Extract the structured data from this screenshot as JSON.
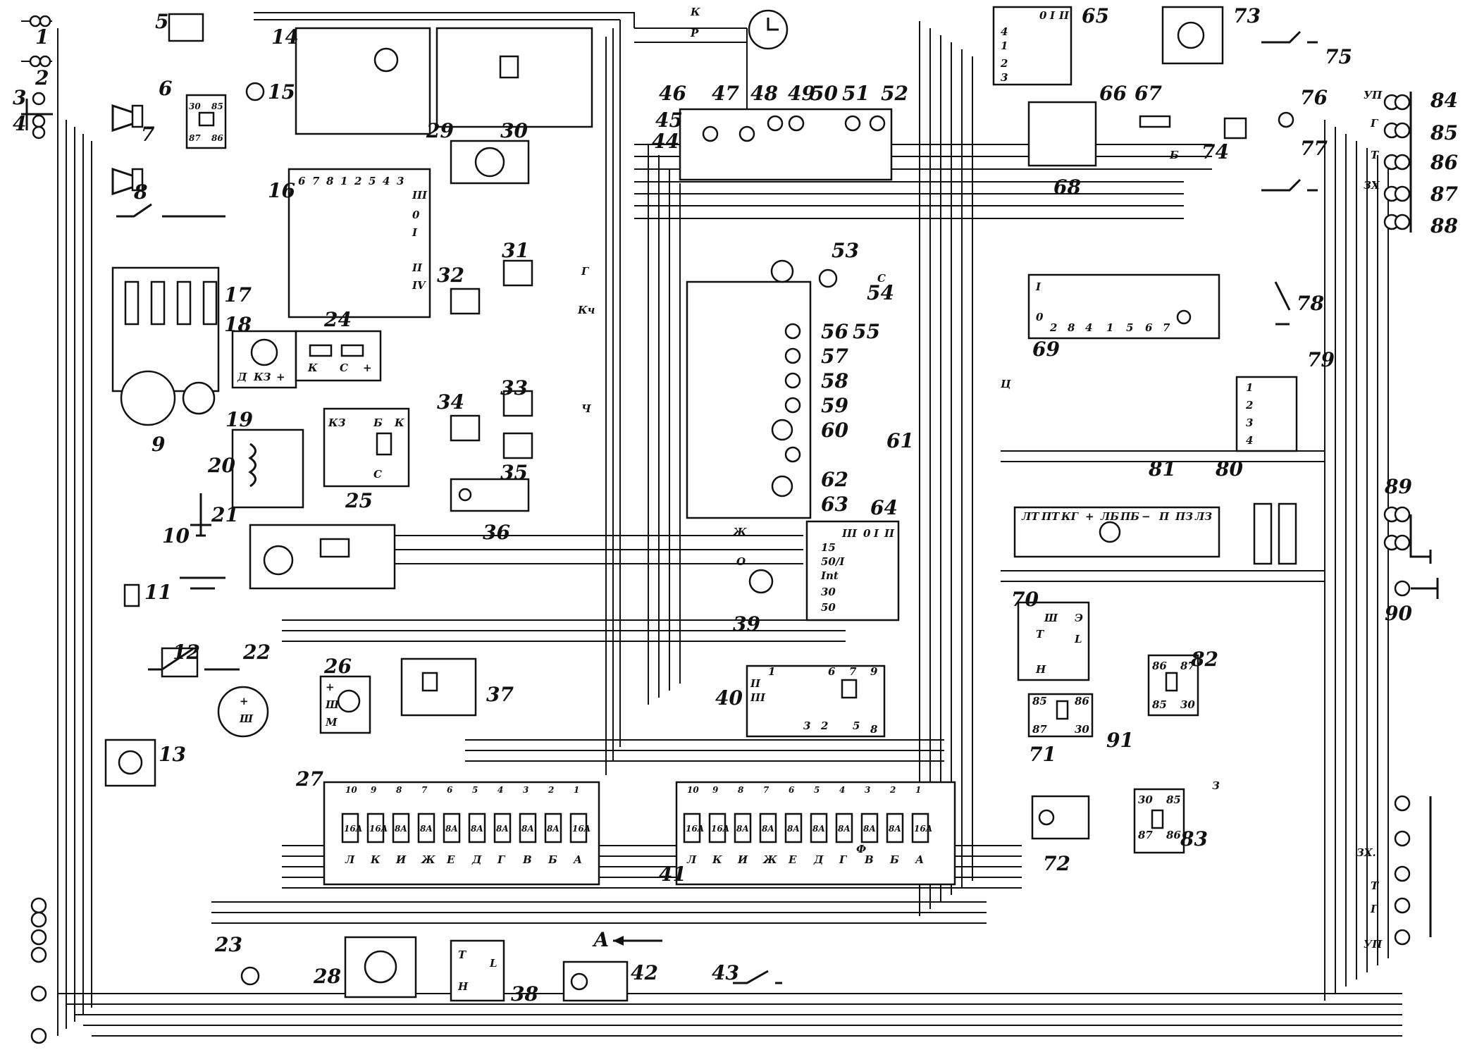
{
  "diagram": {
    "type": "automotive-wiring-schematic",
    "component_numbers": [
      "1",
      "2",
      "3",
      "4",
      "5",
      "6",
      "7",
      "8",
      "9",
      "10",
      "11",
      "12",
      "13",
      "14",
      "15",
      "16",
      "17",
      "18",
      "19",
      "20",
      "21",
      "22",
      "23",
      "24",
      "25",
      "26",
      "27",
      "28",
      "29",
      "30",
      "31",
      "32",
      "33",
      "34",
      "35",
      "36",
      "37",
      "38",
      "39",
      "40",
      "41",
      "42",
      "43",
      "44",
      "45",
      "46",
      "47",
      "48",
      "49",
      "50",
      "51",
      "52",
      "53",
      "54",
      "55",
      "56",
      "57",
      "58",
      "59",
      "60",
      "61",
      "62",
      "63",
      "64",
      "65",
      "66",
      "67",
      "68",
      "69",
      "70",
      "71",
      "72",
      "73",
      "74",
      "75",
      "76",
      "77",
      "78",
      "79",
      "80",
      "81",
      "82",
      "83",
      "84",
      "85",
      "86",
      "87",
      "88",
      "89",
      "90",
      "91"
    ],
    "arrow_label": "А",
    "fuse_block_1": {
      "numbers": [
        "10",
        "9",
        "8",
        "7",
        "6",
        "5",
        "4",
        "3",
        "2",
        "1"
      ],
      "ratings": [
        "16A",
        "16A",
        "8A",
        "8A",
        "8A",
        "8A",
        "8A",
        "8A",
        "8A",
        "16A"
      ],
      "letters": [
        "Л",
        "К",
        "И",
        "Ж",
        "Е",
        "Д",
        "Г",
        "В",
        "Б",
        "А"
      ]
    },
    "fuse_block_2": {
      "numbers": [
        "10",
        "9",
        "8",
        "7",
        "6",
        "5",
        "4",
        "3",
        "2",
        "1"
      ],
      "ratings": [
        "16A",
        "16A",
        "8A",
        "8A",
        "8A",
        "8A",
        "8A",
        "8A",
        "8A",
        "16A"
      ],
      "letters": [
        "Л",
        "К",
        "И",
        "Ж",
        "Е",
        "Д",
        "Г",
        "В",
        "Б",
        "А"
      ]
    },
    "ignition_switch_64": {
      "terminals": [
        "15",
        "50/I",
        "Int",
        "30",
        "50"
      ],
      "positions": [
        "III",
        "0",
        "I",
        "II"
      ]
    },
    "light_switch_65": {
      "positions": [
        "0",
        "I",
        "II"
      ],
      "terminals": [
        "4",
        "1",
        "2",
        "3"
      ]
    },
    "combination_switch_81": {
      "terminals": [
        "ЛТ",
        "ПТ",
        "КГ",
        "+",
        "ЛБ",
        "ПБ",
        "−",
        "П",
        "ПЗ",
        "ЛЗ"
      ]
    },
    "switch_69": {
      "terminals": [
        "2",
        "8",
        "4",
        "1",
        "5",
        "6",
        "7"
      ],
      "positions": [
        "I",
        "0"
      ]
    },
    "switch_79": {
      "terminals": [
        "1",
        "2",
        "3",
        "4"
      ]
    },
    "relay_83": {
      "terminals": [
        "30",
        "85",
        "87",
        "86"
      ]
    },
    "relay_82": {
      "terminals": [
        "86",
        "87",
        "85",
        "30"
      ]
    },
    "relay_71": {
      "terminals": [
        "85",
        "86",
        "87",
        "30"
      ]
    },
    "unit_40": {
      "terminals": [
        "1",
        "6",
        "7",
        "9",
        "8",
        "3",
        "2",
        "5",
        "II",
        "III"
      ]
    },
    "switch_16": {
      "terminals": [
        "6",
        "7",
        "8",
        "1",
        "2",
        "5",
        "4",
        "3"
      ],
      "positions": [
        "III",
        "0",
        "I",
        "II",
        "IV"
      ]
    },
    "generator_22": {
      "terminals": [
        "+",
        "Ш"
      ]
    },
    "regulator_26": {
      "terminals": [
        "+",
        "Ш",
        "М"
      ]
    },
    "unit_24": {
      "terminals": [
        "К",
        "С",
        "+"
      ]
    },
    "unit_19": {
      "terminals": [
        "Д",
        "КЗ",
        "+"
      ]
    },
    "unit_25": {
      "terminals": [
        "КЗ",
        "Б",
        "К",
        "С"
      ]
    },
    "unit_38": {
      "terminals": [
        "Т",
        "L",
        "Н"
      ]
    },
    "unit_70": {
      "terminals": [
        "Ш",
        "Э",
        "Т",
        "L",
        "Н"
      ]
    },
    "horn_relay_6": {
      "terminals": [
        "30",
        "85",
        "87",
        "86"
      ]
    },
    "right_side_labels": [
      "УП",
      "Г",
      "Т",
      "ЗХ",
      "ЗХ.",
      "Т",
      "Г",
      "УП"
    ],
    "wire_colors": [
      "К",
      "Р",
      "С",
      "Ж",
      "О",
      "Ч",
      "Г",
      "Ф",
      "З",
      "Кч",
      "Б",
      "Ц"
    ]
  }
}
